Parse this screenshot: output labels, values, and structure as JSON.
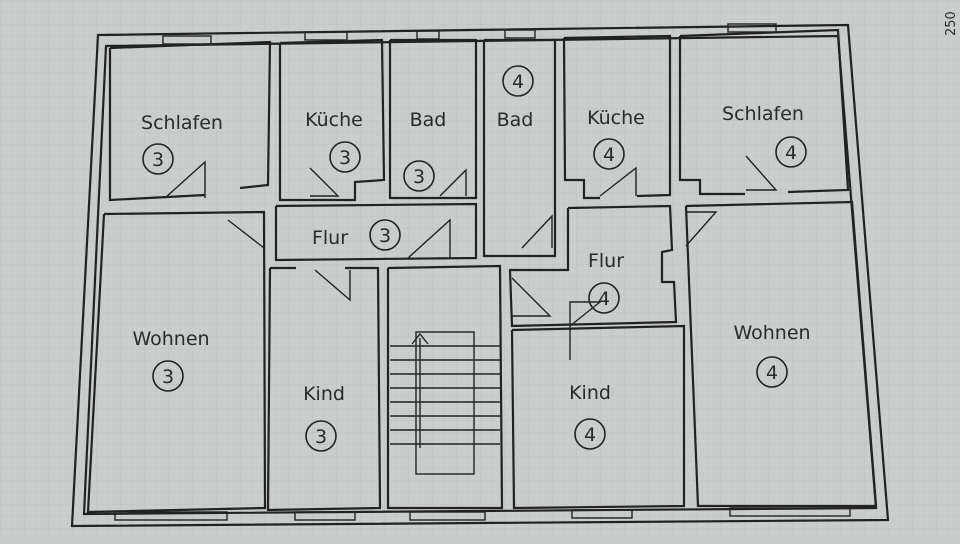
{
  "page": {
    "side_number": "250"
  },
  "rooms": [
    {
      "id": "schlafen-3",
      "name": "Schlafen",
      "unit": "3"
    },
    {
      "id": "kueche-3",
      "name": "Küche",
      "unit": "3"
    },
    {
      "id": "bad-3",
      "name": "Bad",
      "unit": "3"
    },
    {
      "id": "bad-4",
      "name": "Bad",
      "unit": "4"
    },
    {
      "id": "kueche-4",
      "name": "Küche",
      "unit": "4"
    },
    {
      "id": "schlafen-4",
      "name": "Schlafen",
      "unit": "4"
    },
    {
      "id": "flur-3",
      "name": "Flur",
      "unit": "3"
    },
    {
      "id": "flur-4",
      "name": "Flur",
      "unit": "4"
    },
    {
      "id": "wohnen-3",
      "name": "Wohnen",
      "unit": "3"
    },
    {
      "id": "kind-3",
      "name": "Kind",
      "unit": "3"
    },
    {
      "id": "kind-4",
      "name": "Kind",
      "unit": "4"
    },
    {
      "id": "wohnen-4",
      "name": "Wohnen",
      "unit": "4"
    }
  ],
  "colors": {
    "paper": "#c9cdcc",
    "ink": "#222222"
  }
}
